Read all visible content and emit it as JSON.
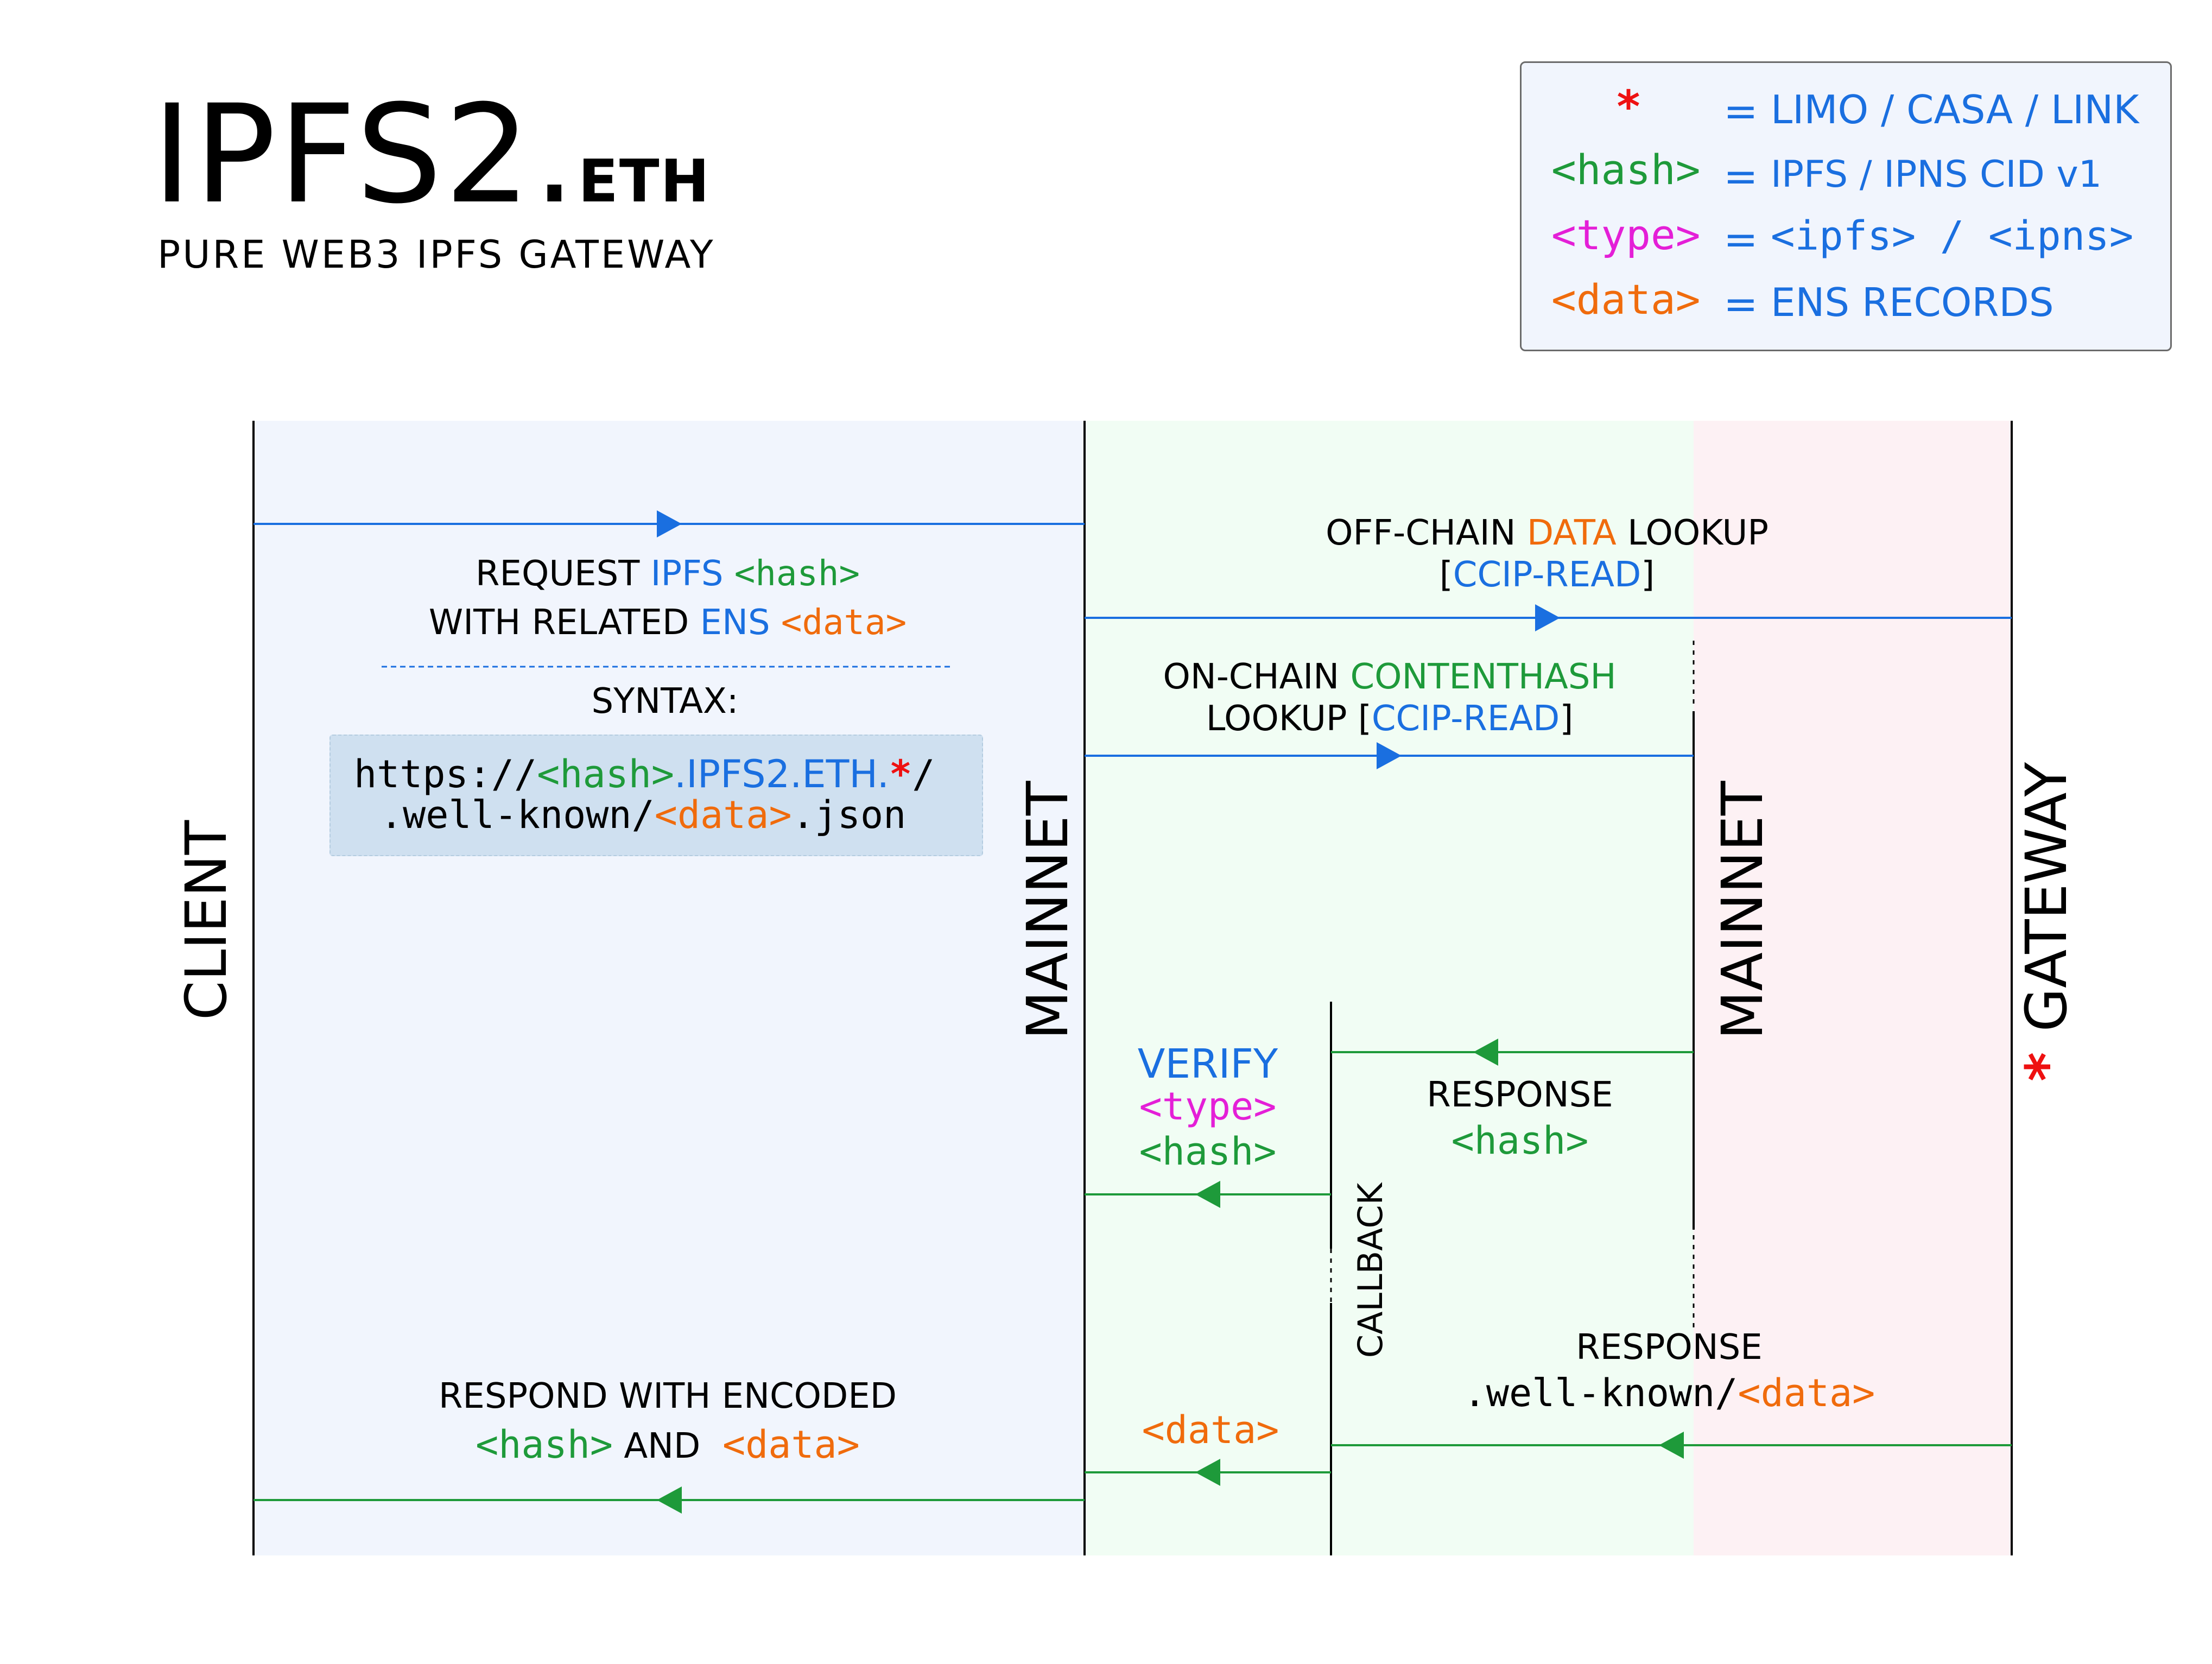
{
  "header": {
    "title_main": "IPFS2.",
    "title_suffix": "ETH",
    "subtitle": "PURE WEB3 IPFS GATEWAY"
  },
  "legend": {
    "rows": [
      {
        "key": "*",
        "eq": "=",
        "value": "LIMO / CASA / LINK"
      },
      {
        "key": "<hash>",
        "eq": "=",
        "value": "IPFS / IPNS CID v1"
      },
      {
        "key": "<type>",
        "eq": "=",
        "value": "<ipfs> / <ipns>"
      },
      {
        "key": "<data>",
        "eq": "=",
        "value": "ENS RECORDS"
      }
    ]
  },
  "lanes": {
    "client": "CLIENT",
    "mainnet_left": "MAINNET",
    "mainnet_right": "MAINNET",
    "gateway_star": "*",
    "gateway": "GATEWAY",
    "callback": "CALLBACK"
  },
  "request": {
    "line1_a": "REQUEST ",
    "line1_b": "IPFS",
    "line1_c": "<hash>",
    "line2_a": "WITH RELATED ",
    "line2_b": "ENS",
    "line2_c": "<data>",
    "syntax_label": "SYNTAX:",
    "syntax_1a": "https://",
    "syntax_1b": "<hash>",
    "syntax_1c": ".IPFS2.ETH.",
    "syntax_1d": "*",
    "syntax_1e": "/",
    "syntax_2a": ".well-known/",
    "syntax_2b": "<data>",
    "syntax_2c": ".json"
  },
  "offchain": {
    "line1_a": "OFF-CHAIN ",
    "line1_b": "DATA",
    "line1_c": " LOOKUP",
    "line2_a": "[",
    "line2_b": "CCIP-READ",
    "line2_c": "]"
  },
  "onchain": {
    "line1_a": "ON-CHAIN ",
    "line1_b": "CONTENTHASH",
    "line2_a": "LOOKUP [",
    "line2_b": "CCIP-READ",
    "line2_c": "]"
  },
  "verify": {
    "title": "VERIFY",
    "type": "<type>",
    "hash": "<hash>"
  },
  "response_hash": {
    "title": "RESPONSE",
    "hash": "<hash>"
  },
  "response_data": {
    "title": "RESPONSE",
    "line2_a": ".well-known/",
    "line2_b": "<data>"
  },
  "data_back": {
    "label": "<data>"
  },
  "respond": {
    "line1": "RESPOND WITH ENCODED",
    "line2_a": "<hash>",
    "line2_b": " AND ",
    "line2_c": "<data>"
  },
  "colors": {
    "blue": "#1a6fe0",
    "green": "#1e9a3a",
    "orange": "#f06b0c",
    "magenta": "#e41fd7",
    "red": "#ee1111",
    "client_bg": "#f1f5fd",
    "mainnet_bg": "#f1fdf4",
    "gateway_bg": "#fdf1f4",
    "code_bg": "#cfe0f0",
    "legend_bg": "#f1f5fd"
  }
}
